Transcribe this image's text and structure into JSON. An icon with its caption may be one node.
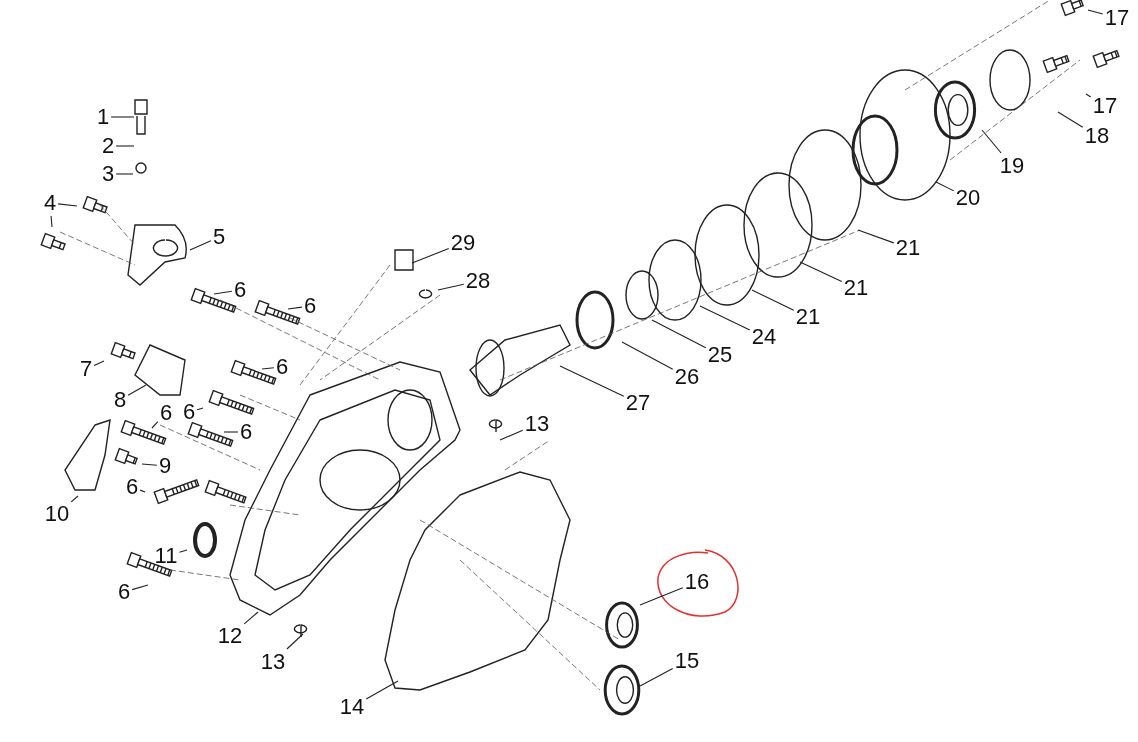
{
  "diagram": {
    "nodes": [
      {
        "text": [
          "1"
        ]
      },
      {
        "text": [
          "2"
        ]
      },
      {
        "text": [
          "3"
        ]
      },
      {
        "text": [
          "4"
        ]
      },
      {
        "text": [
          "5"
        ]
      },
      {
        "text": [
          "29"
        ]
      },
      {
        "text": [
          "28"
        ]
      },
      {
        "text": [
          "6"
        ]
      },
      {
        "text": [
          "6"
        ]
      },
      {
        "text": [
          "6"
        ]
      },
      {
        "text": [
          "7"
        ]
      },
      {
        "text": [
          "8"
        ]
      },
      {
        "text": [
          "6"
        ]
      },
      {
        "text": [
          "6"
        ]
      },
      {
        "text": [
          "6"
        ]
      },
      {
        "text": [
          "9"
        ]
      },
      {
        "text": [
          "6"
        ]
      },
      {
        "text": [
          "10"
        ]
      },
      {
        "text": [
          "11"
        ]
      },
      {
        "text": [
          "6"
        ]
      },
      {
        "text": [
          "12"
        ]
      },
      {
        "text": [
          "13"
        ]
      },
      {
        "text": [
          "14"
        ]
      },
      {
        "text": [
          "13"
        ]
      },
      {
        "text": [
          "27"
        ]
      },
      {
        "text": [
          "26"
        ]
      },
      {
        "text": [
          "25"
        ]
      },
      {
        "text": [
          "24"
        ]
      },
      {
        "text": [
          "21"
        ]
      },
      {
        "text": [
          "21"
        ]
      },
      {
        "text": [
          "21"
        ]
      },
      {
        "text": [
          "20"
        ]
      },
      {
        "text": [
          "19"
        ]
      },
      {
        "text": [
          "18"
        ]
      },
      {
        "text": [
          "17"
        ]
      },
      {
        "text": [
          "17"
        ]
      },
      {
        "text": [
          "16"
        ]
      },
      {
        "text": [
          "15"
        ]
      }
    ],
    "edges": [
      {
        "from": 0,
        "to": null,
        "arrow": "none"
      },
      {
        "from": 1,
        "to": null,
        "arrow": "none"
      },
      {
        "from": 2,
        "to": null,
        "arrow": "none"
      },
      {
        "from": 3,
        "to": null,
        "arrow": "none"
      },
      {
        "from": 3,
        "to": null,
        "arrow": "none"
      },
      {
        "from": 4,
        "to": null,
        "arrow": "none"
      },
      {
        "from": 5,
        "to": null,
        "arrow": "none"
      },
      {
        "from": 6,
        "to": null,
        "arrow": "none"
      },
      {
        "from": 7,
        "to": null,
        "arrow": "none"
      },
      {
        "from": 8,
        "to": null,
        "arrow": "none"
      },
      {
        "from": 9,
        "to": null,
        "arrow": "none"
      },
      {
        "from": 10,
        "to": null,
        "arrow": "none"
      },
      {
        "from": 11,
        "to": null,
        "arrow": "none"
      },
      {
        "from": 12,
        "to": null,
        "arrow": "none"
      },
      {
        "from": 13,
        "to": null,
        "arrow": "none"
      },
      {
        "from": 14,
        "to": null,
        "arrow": "none"
      },
      {
        "from": 15,
        "to": null,
        "arrow": "none"
      },
      {
        "from": 16,
        "to": null,
        "arrow": "none"
      },
      {
        "from": 17,
        "to": null,
        "arrow": "none"
      },
      {
        "from": 18,
        "to": null,
        "arrow": "none"
      },
      {
        "from": 19,
        "to": null,
        "arrow": "none"
      },
      {
        "from": 20,
        "to": null,
        "arrow": "none"
      },
      {
        "from": 21,
        "to": null,
        "arrow": "none"
      },
      {
        "from": 22,
        "to": null,
        "arrow": "none"
      },
      {
        "from": 23,
        "to": null,
        "arrow": "none"
      },
      {
        "from": 24,
        "to": null,
        "arrow": "none"
      },
      {
        "from": 25,
        "to": null,
        "arrow": "none"
      },
      {
        "from": 26,
        "to": null,
        "arrow": "none"
      },
      {
        "from": 27,
        "to": null,
        "arrow": "none"
      },
      {
        "from": 28,
        "to": null,
        "arrow": "none"
      },
      {
        "from": 29,
        "to": null,
        "arrow": "none"
      },
      {
        "from": 30,
        "to": null,
        "arrow": "none"
      },
      {
        "from": 31,
        "to": null,
        "arrow": "none"
      },
      {
        "from": 32,
        "to": null,
        "arrow": "none"
      },
      {
        "from": 33,
        "to": null,
        "arrow": "none"
      },
      {
        "from": 34,
        "to": null,
        "arrow": "none"
      },
      {
        "from": 35,
        "to": null,
        "arrow": "none"
      },
      {
        "from": 36,
        "to": null,
        "arrow": "none"
      },
      {
        "from": 37,
        "to": null,
        "arrow": "none"
      }
    ]
  }
}
